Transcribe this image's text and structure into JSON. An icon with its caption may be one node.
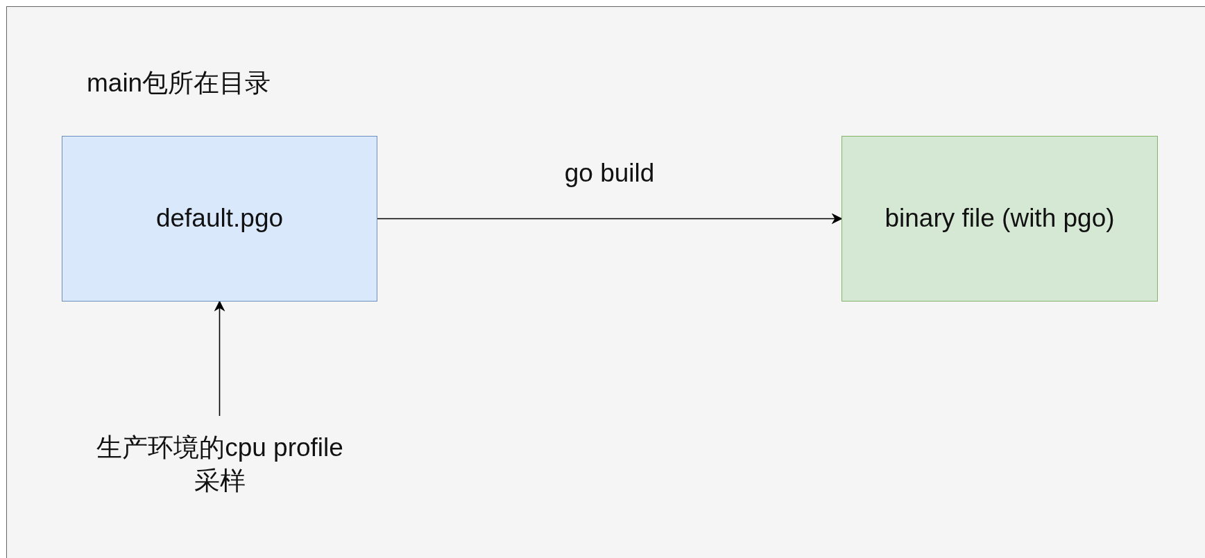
{
  "diagram": {
    "nodes": [
      {
        "text": [
          "default.pgo"
        ],
        "beside": [
          "main包所在目录"
        ]
      },
      {
        "text": [
          "binary file (with pgo)"
        ]
      },
      {
        "text": [
          "生产环境的cpu profile采样"
        ]
      }
    ],
    "edges": [
      {
        "from": 0,
        "to": 1,
        "arrow": "to",
        "label": "go build"
      },
      {
        "from": 2,
        "to": 0,
        "arrow": "to"
      }
    ]
  }
}
